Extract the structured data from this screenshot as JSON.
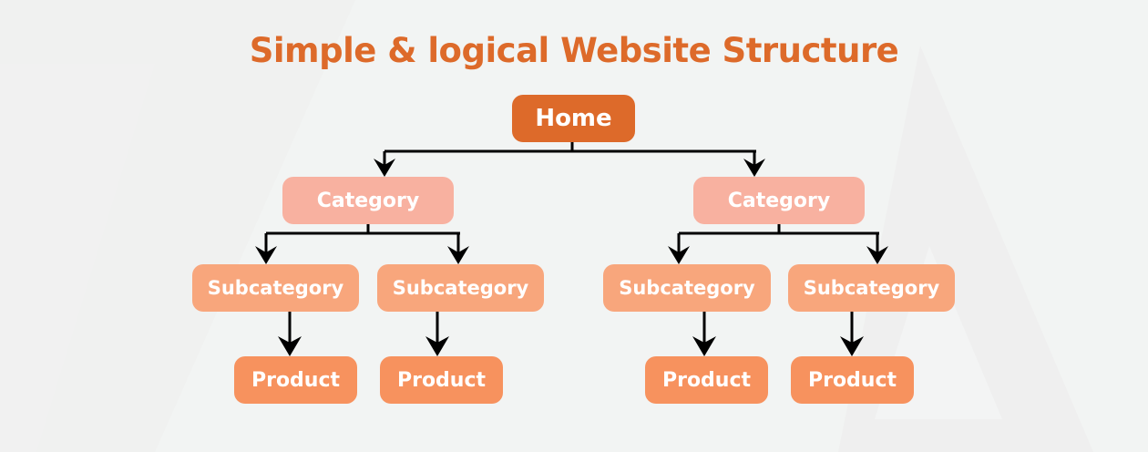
{
  "title": "Simple & logical Website Structure",
  "colors": {
    "title": "#dd6a2a",
    "home": "#dd6a2a",
    "category": "#f8b1a0",
    "subcategory": "#f8a67c",
    "product": "#f7925e",
    "background": "#f2f4f3"
  },
  "tree": {
    "home": "Home",
    "categories": [
      {
        "label": "Category",
        "subcategories": [
          {
            "label": "Subcategory",
            "product": "Product"
          },
          {
            "label": "Subcategory",
            "product": "Product"
          }
        ]
      },
      {
        "label": "Category",
        "subcategories": [
          {
            "label": "Subcategory",
            "product": "Product"
          },
          {
            "label": "Subcategory",
            "product": "Product"
          }
        ]
      }
    ]
  }
}
